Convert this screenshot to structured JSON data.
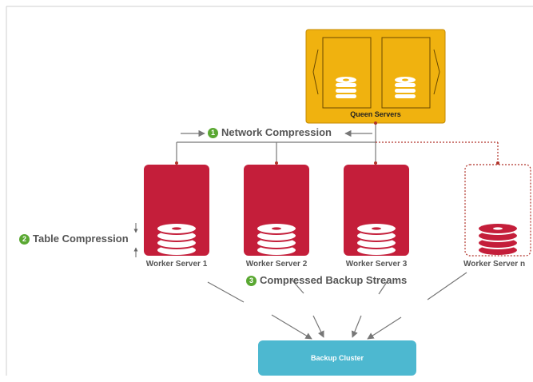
{
  "queen": {
    "label": "Queen Servers"
  },
  "steps": [
    {
      "num": "1",
      "label": "Network Compression"
    },
    {
      "num": "2",
      "label": "Table Compression"
    },
    {
      "num": "3",
      "label": "Compressed Backup Streams"
    }
  ],
  "workers": [
    {
      "label": "Worker Server 1"
    },
    {
      "label": "Worker Server 2"
    },
    {
      "label": "Worker Server 3"
    },
    {
      "label": "Worker Server n"
    }
  ],
  "backup": {
    "label": "Backup Cluster"
  },
  "colors": {
    "queen_fill": "#f0b20f",
    "queen_border": "#c48a00",
    "worker_fill": "#c41e3a",
    "backup_fill": "#4db8d0",
    "step_badge": "#5aa832",
    "connector": "#777777",
    "dotted_connector": "#b0332a"
  }
}
